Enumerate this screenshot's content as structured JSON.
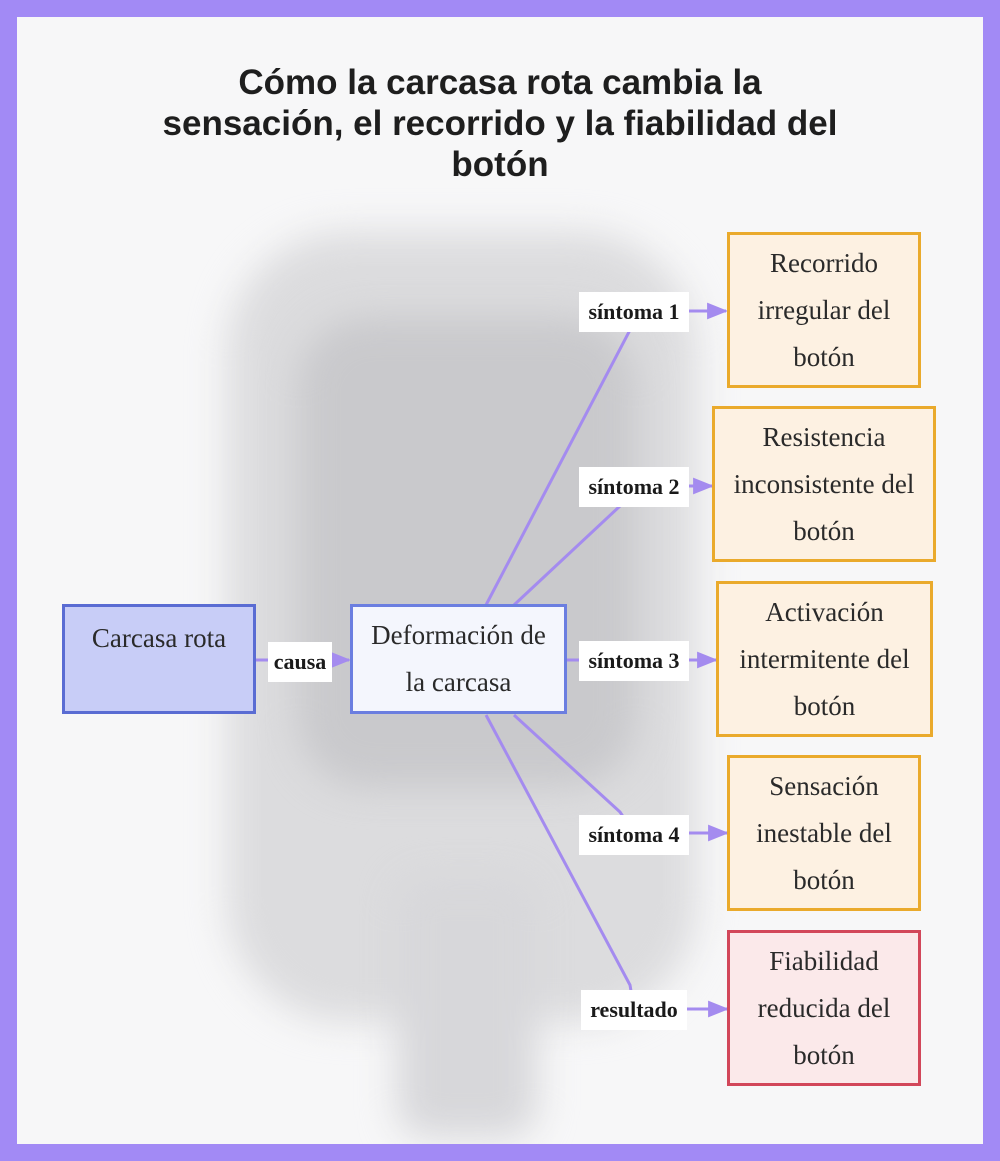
{
  "title": "Cómo la carcasa rota cambia la sensación, el recorrido y la fiabilidad del botón",
  "nodes": {
    "cause": "Carcasa rota",
    "deformation": "Deformación de la carcasa",
    "symptom1": "Recorrido irregular del botón",
    "symptom2": "Resistencia inconsistente del botón",
    "symptom3": "Activación intermitente del botón",
    "symptom4": "Sensación inestable del botón",
    "result": "Fiabilidad reducida del botón"
  },
  "edges": {
    "causa": "causa",
    "s1": "síntoma 1",
    "s2": "síntoma 2",
    "s3": "síntoma 3",
    "s4": "síntoma 4",
    "resultado": "resultado"
  },
  "colors": {
    "frame": "#a28af5",
    "edge": "#a48bef",
    "cause_fill": "#c8cdf7",
    "cause_border": "#5a6cd3",
    "symptom_border": "#eaaa2c",
    "result_border": "#d2475a"
  }
}
